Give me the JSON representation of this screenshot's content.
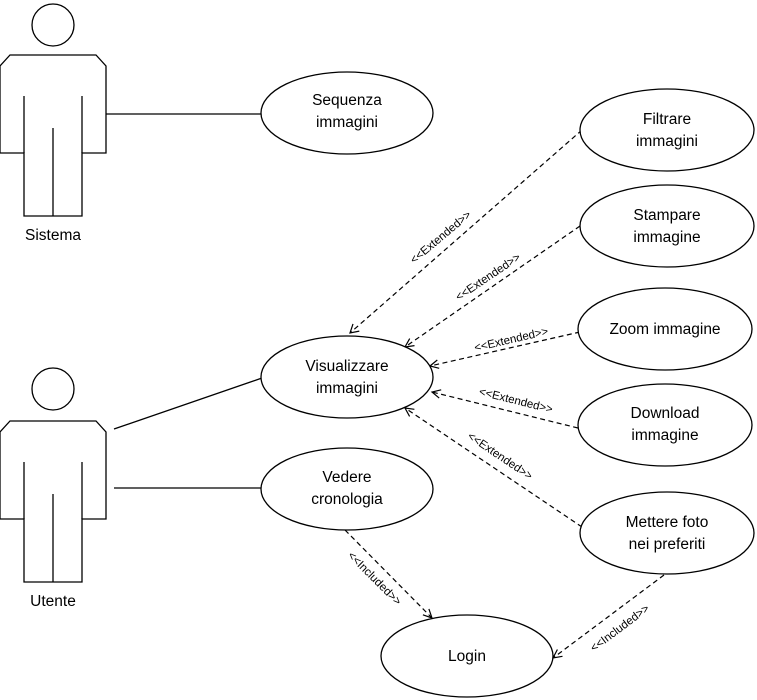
{
  "actors": [
    {
      "id": "sistema",
      "label": "Sistema"
    },
    {
      "id": "utente",
      "label": "Utente"
    }
  ],
  "use_cases": [
    {
      "id": "sequenza",
      "lines": [
        "Sequenza",
        "immagini"
      ]
    },
    {
      "id": "filtrare",
      "lines": [
        "Filtrare",
        "immagini"
      ]
    },
    {
      "id": "stampare",
      "lines": [
        "Stampare",
        "immagine"
      ]
    },
    {
      "id": "zoom",
      "lines": [
        "Zoom immagine"
      ]
    },
    {
      "id": "download",
      "lines": [
        "Download",
        "immagine"
      ]
    },
    {
      "id": "preferiti",
      "lines": [
        "Mettere foto",
        "nei preferiti"
      ]
    },
    {
      "id": "visualizzare",
      "lines": [
        "Visualizzare",
        "immagini"
      ]
    },
    {
      "id": "cronologia",
      "lines": [
        "Vedere",
        "cronologia"
      ]
    },
    {
      "id": "login",
      "lines": [
        "Login"
      ]
    }
  ],
  "associations": [
    {
      "actor": "sistema",
      "use_case": "sequenza"
    },
    {
      "actor": "utente",
      "use_case": "visualizzare"
    },
    {
      "actor": "utente",
      "use_case": "cronologia"
    }
  ],
  "relations": [
    {
      "from": "filtrare",
      "to": "visualizzare",
      "label": "<<Extended>>"
    },
    {
      "from": "stampare",
      "to": "visualizzare",
      "label": "<<Extended>>"
    },
    {
      "from": "zoom",
      "to": "visualizzare",
      "label": "<<Extended>>"
    },
    {
      "from": "download",
      "to": "visualizzare",
      "label": "<<Extended>>"
    },
    {
      "from": "preferiti",
      "to": "visualizzare",
      "label": "<<Extended>>"
    },
    {
      "from": "cronologia",
      "to": "login",
      "label": "<<Included>>"
    },
    {
      "from": "preferiti",
      "to": "login",
      "label": "<<Included>>"
    }
  ]
}
